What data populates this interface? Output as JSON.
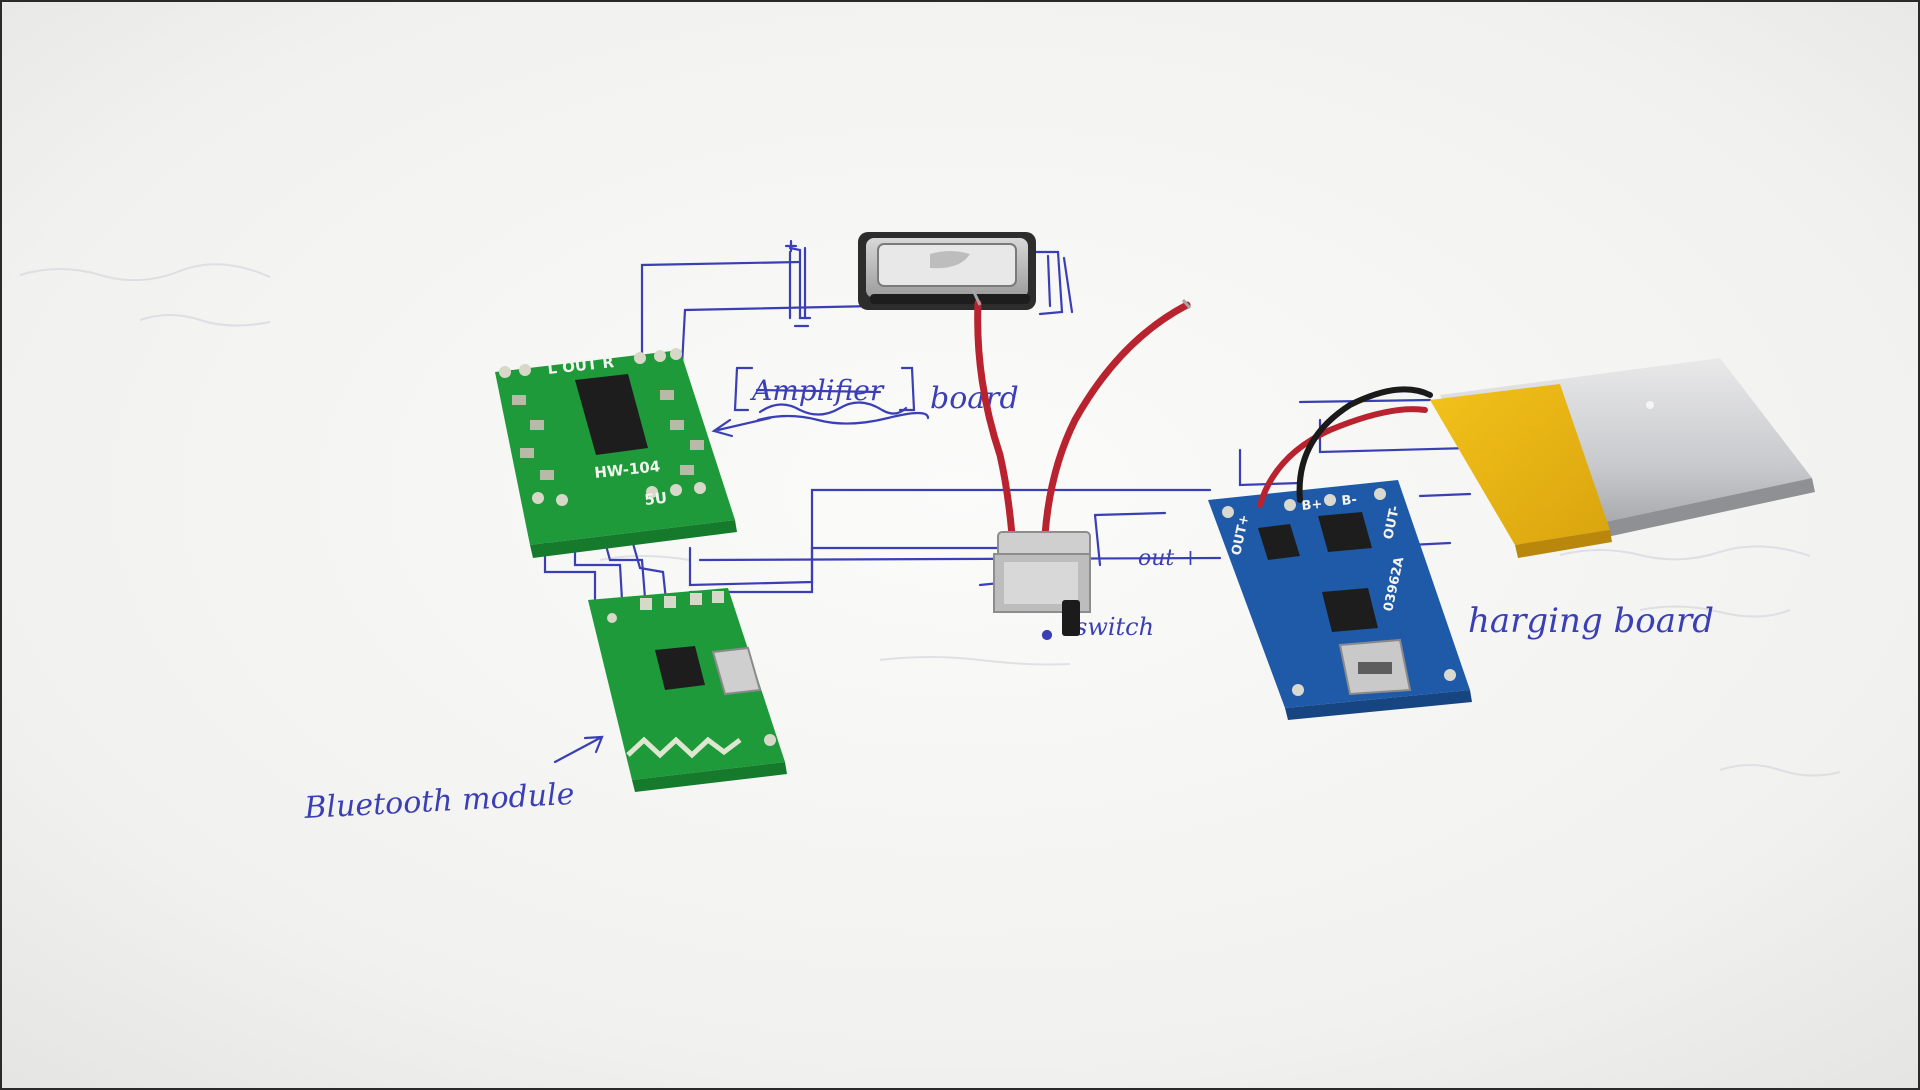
{
  "scene": {
    "labels": {
      "amplifier": "Amplifier",
      "board": "board",
      "out_plus": "out +",
      "switch": "switch",
      "charging_board": "harging board",
      "bluetooth_module": "Bluetooth module"
    },
    "silkscreen": {
      "amp_lout_r": "L OUT R",
      "amp_model": "HW-104",
      "amp_voltage": "5U",
      "charger_chip": "03962A",
      "charger_out_plus": "OUT+",
      "charger_b_plus": "B+",
      "charger_b_minus": "B-",
      "charger_out_minus": "OUT-"
    }
  }
}
